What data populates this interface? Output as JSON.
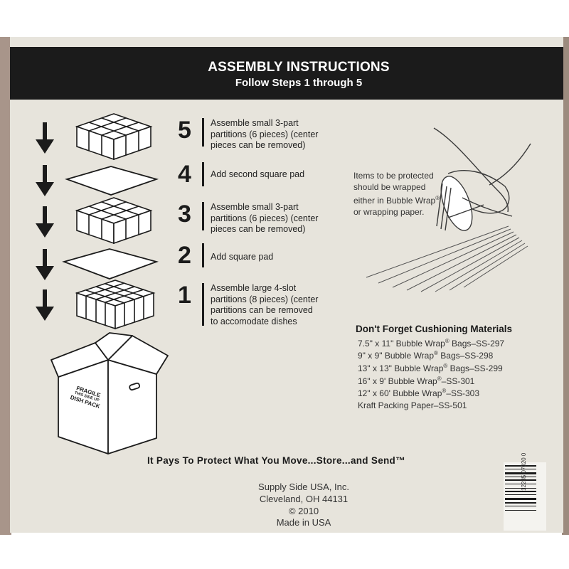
{
  "header": {
    "title": "ASSEMBLY INSTRUCTIONS",
    "subtitle": "Follow Steps 1 through 5"
  },
  "steps": [
    {
      "number": "5",
      "lines": [
        "Assemble small 3-part",
        "partitions (6 pieces) (center",
        "pieces can be removed)"
      ]
    },
    {
      "number": "4",
      "lines": [
        "Add second square pad"
      ]
    },
    {
      "number": "3",
      "lines": [
        "Assemble small 3-part",
        "partitions (6 pieces) (center",
        "pieces can be removed)"
      ]
    },
    {
      "number": "2",
      "lines": [
        "Add square pad"
      ]
    },
    {
      "number": "1",
      "lines": [
        "Assemble large 4-slot",
        "partitions (8 pieces) (center",
        "partitions can be removed",
        "to accomodate dishes"
      ]
    }
  ],
  "box_label": {
    "line1": "FRAGILE",
    "line2": "THIS SIDE UP",
    "line3": "DISH PACK"
  },
  "wrap_note": {
    "lines": [
      "Items to be protected",
      "should be wrapped",
      "either in Bubble Wrap",
      "or wrapping paper."
    ],
    "mark": "®"
  },
  "materials": {
    "title": "Don't Forget Cushioning Materials",
    "mark": "®",
    "items": [
      {
        "size": "7.5\" x 11\" Bubble Wrap",
        "rest": " Bags–SS-297"
      },
      {
        "size": "9\" x 9\" Bubble Wrap",
        "rest": " Bags–SS-298"
      },
      {
        "size": "13\" x 13\" Bubble Wrap",
        "rest": " Bags–SS-299"
      },
      {
        "size": "16\" x 9' Bubble Wrap",
        "rest": "–SS-301"
      },
      {
        "size": "12\" x 60' Bubble Wrap",
        "rest": "–SS-303"
      },
      {
        "size": "Kraft Packing Paper–SS-501",
        "rest": ""
      }
    ]
  },
  "slogan": "It Pays To Protect What You Move...Store...and Send™",
  "footer": {
    "lines": [
      "Supply Side USA, Inc.",
      "Cleveland, OH 44131",
      "© 2010",
      "Made in USA"
    ]
  },
  "barcode": {
    "digits": "12285 07020 0"
  },
  "colors": {
    "panel": "#e7e4dc",
    "ink": "#1b1b1b",
    "cardboard": "#a8958a"
  }
}
